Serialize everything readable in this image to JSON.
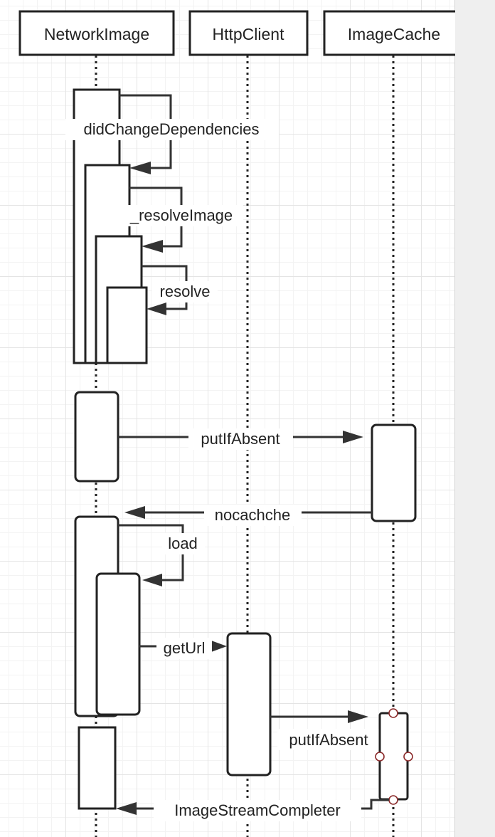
{
  "diagram": {
    "participants": [
      {
        "id": "networkimage",
        "name": "NetworkImage"
      },
      {
        "id": "httpclient",
        "name": "HttpClient"
      },
      {
        "id": "imagecache",
        "name": "ImageCache"
      }
    ],
    "messages": [
      {
        "id": "didchange",
        "label": "didChangeDependencies",
        "from": "NetworkImage",
        "to": "NetworkImage"
      },
      {
        "id": "resolveimage",
        "label": "_resolveImage",
        "from": "NetworkImage",
        "to": "NetworkImage"
      },
      {
        "id": "resolve",
        "label": "resolve",
        "from": "NetworkImage",
        "to": "NetworkImage"
      },
      {
        "id": "putifabsent1",
        "label": "putIfAbsent",
        "from": "NetworkImage",
        "to": "ImageCache"
      },
      {
        "id": "nocachche",
        "label": "nocachche",
        "from": "ImageCache",
        "to": "NetworkImage"
      },
      {
        "id": "load",
        "label": "load",
        "from": "NetworkImage",
        "to": "NetworkImage"
      },
      {
        "id": "geturl",
        "label": "getUrl",
        "from": "NetworkImage",
        "to": "HttpClient"
      },
      {
        "id": "putifabsent2",
        "label": "putIfAbsent",
        "from": "HttpClient",
        "to": "ImageCache"
      },
      {
        "id": "imagestreamcompleter",
        "label": "ImageStreamCompleter",
        "from": "ImageCache",
        "to": "NetworkImage"
      }
    ],
    "colors": {
      "stroke": "#222222",
      "grid": "#e4e4e4",
      "selection_handle": "#8b2a2a",
      "scrollbar": "#efefef"
    }
  }
}
